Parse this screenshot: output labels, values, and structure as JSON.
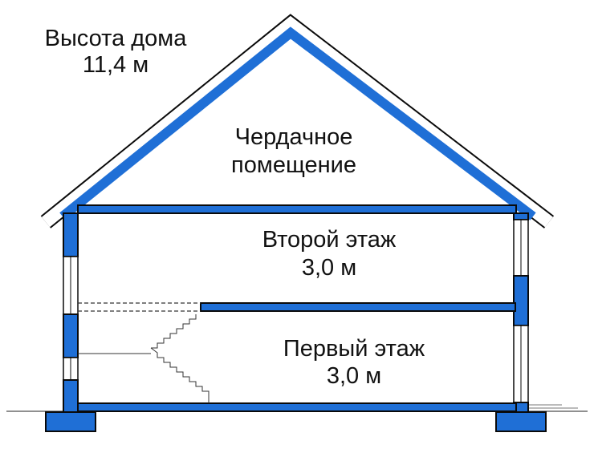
{
  "house_height": {
    "title": "Высота дома",
    "value": "11,4 м"
  },
  "attic": {
    "line1": "Чердачное",
    "line2": "помещение"
  },
  "second_floor": {
    "name": "Второй этаж",
    "height": "3,0 м"
  },
  "first_floor": {
    "name": "Первый этаж",
    "height": "3,0 м"
  },
  "colors": {
    "structure": "#1f6fd6",
    "outline": "#0a0a0a",
    "window": "#ffffff",
    "dashed_line": "#333333"
  }
}
